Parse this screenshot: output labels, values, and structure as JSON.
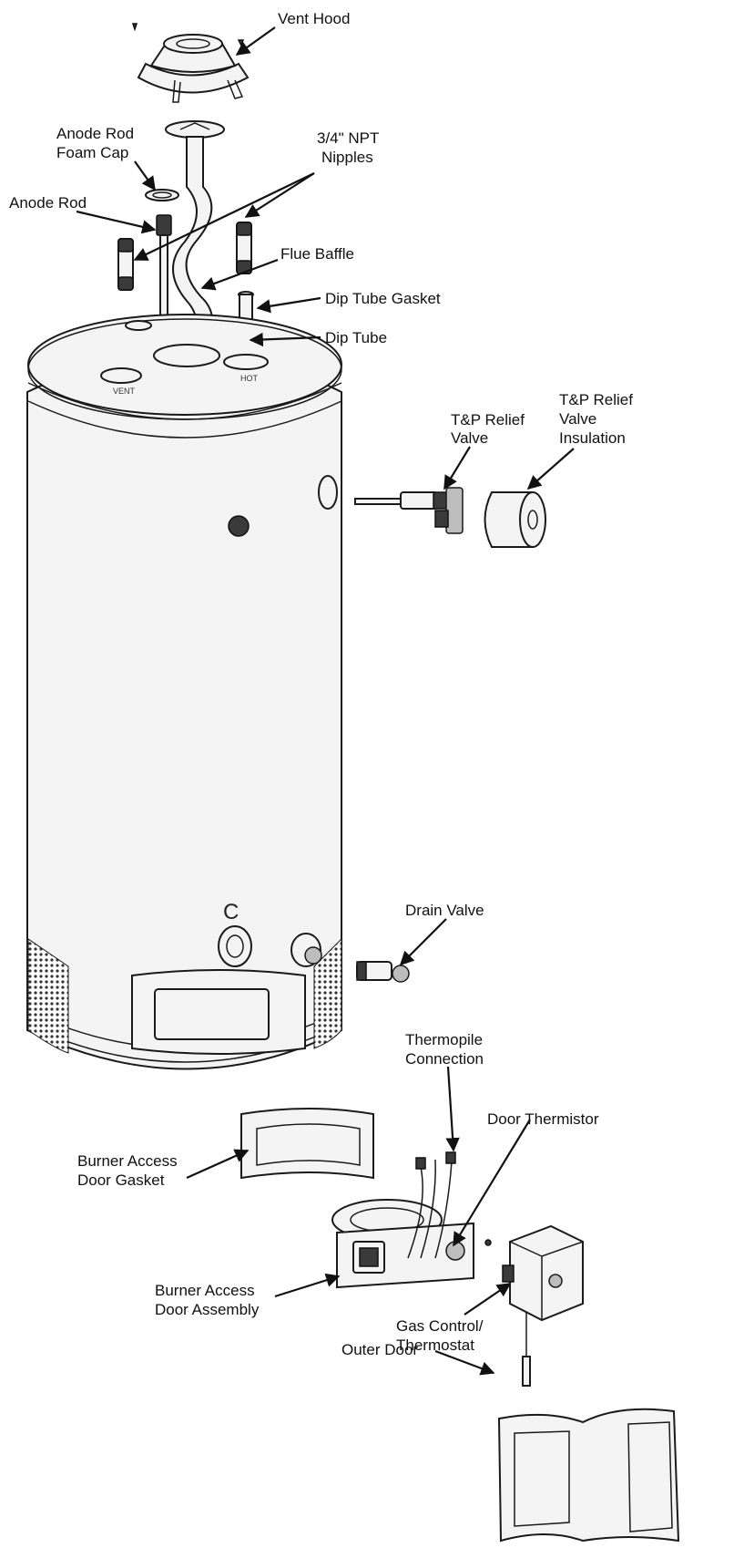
{
  "labels": {
    "vent_hood": "Vent Hood",
    "anode_rod_foam_cap_1": "Anode Rod",
    "anode_rod_foam_cap_2": "Foam Cap",
    "npt_nipples_1": "3/4\" NPT",
    "npt_nipples_2": "Nipples",
    "anode_rod": "Anode Rod",
    "flue_baffle": "Flue Baffle",
    "dip_tube_gasket": "Dip Tube Gasket",
    "dip_tube": "Dip Tube",
    "tp_relief_valve_1": "T&P Relief",
    "tp_relief_valve_2": "Valve",
    "tp_insulation_1": "T&P Relief",
    "tp_insulation_2": "Valve",
    "tp_insulation_3": "Insulation",
    "drain_valve": "Drain Valve",
    "thermopile_1": "Thermopile",
    "thermopile_2": "Connection",
    "door_thermistor": "Door Thermistor",
    "burner_gasket_1": "Burner Access",
    "burner_gasket_2": "Door Gasket",
    "burner_assembly_1": "Burner Access",
    "burner_assembly_2": "Door Assembly",
    "gas_control_1": "Gas Control/",
    "gas_control_2": "Thermostat",
    "outer_door": "Outer Door"
  },
  "tank_marks": {
    "vent_mark": "VENT",
    "hot_mark": "HOT",
    "cold_mark": "C"
  }
}
